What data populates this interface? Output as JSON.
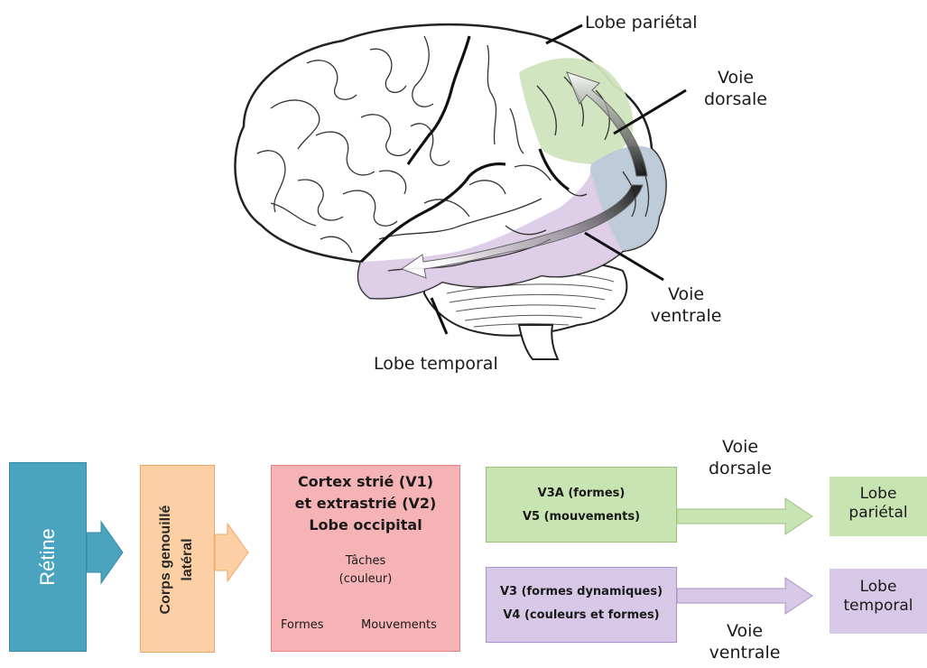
{
  "brain": {
    "labels": {
      "lobe_parietal": "Lobe pariétal",
      "voie_dorsale": [
        "Voie",
        "dorsale"
      ],
      "voie_ventrale": [
        "Voie",
        "ventrale"
      ],
      "lobe_temporal": "Lobe temporal"
    },
    "colors": {
      "parietal": "#cfe5bd",
      "occipital": "#b9c9d6",
      "temporal": "#dccbe7"
    }
  },
  "flow": {
    "retine": "Rétine",
    "corps_genouille": [
      "Corps genouillé",
      "latéral"
    ],
    "cortex": {
      "lines": [
        "Cortex strié (V1)",
        "et extrastrié (V2)",
        "Lobe occipital"
      ],
      "taches": [
        "Tâches",
        "(couleur)"
      ],
      "formes": "Formes",
      "mouvements": "Mouvements"
    },
    "dorsal_box": [
      "V3A (formes)",
      "V5 (mouvements)"
    ],
    "ventral_box": [
      "V3 (formes dynamiques)",
      "V4 (couleurs et formes)"
    ],
    "voie_dorsale": [
      "Voie",
      "dorsale"
    ],
    "voie_ventrale": [
      "Voie",
      "ventrale"
    ],
    "lobe_parietal": [
      "Lobe",
      "pariétal"
    ],
    "lobe_temporal": [
      "Lobe",
      "temporal"
    ],
    "colors": {
      "retine": "#4aa3bf",
      "corps_genouille": "#fcd0a4",
      "cortex": "#f6b3b6",
      "dorsal": "#c9e4b3",
      "ventral": "#d6c8e6"
    }
  }
}
